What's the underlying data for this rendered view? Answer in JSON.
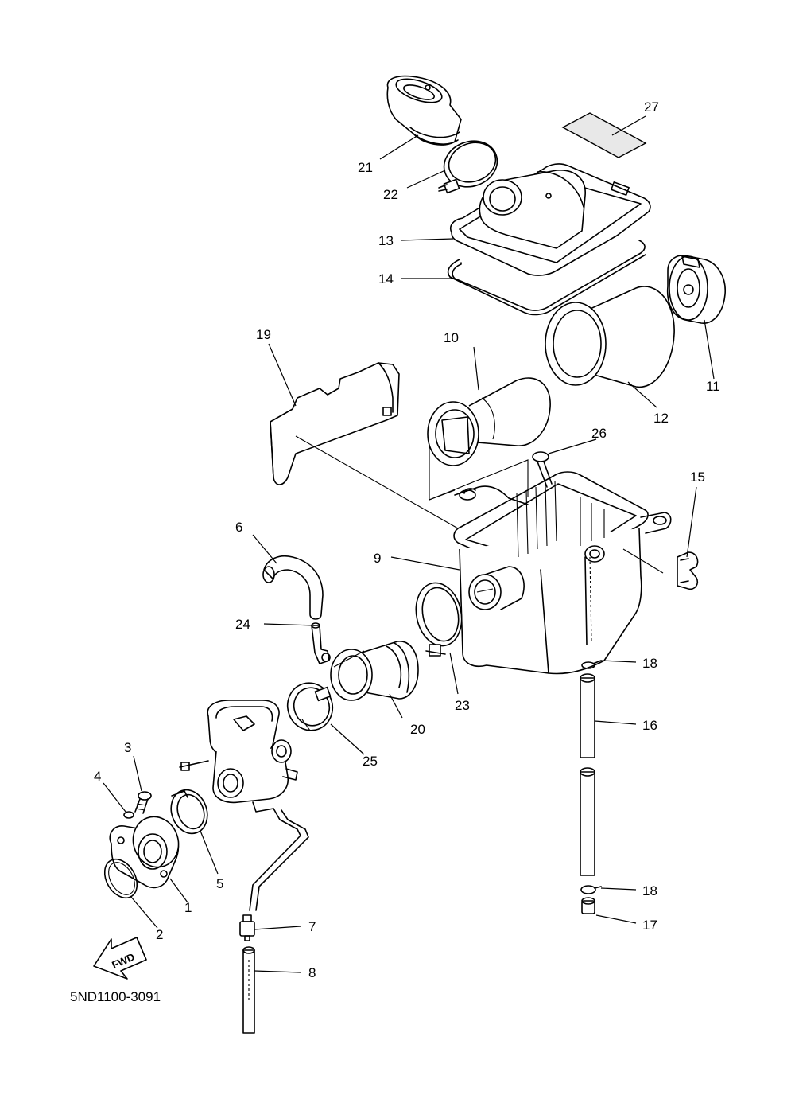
{
  "diagram": {
    "catalog_code": "5ND1100-3091",
    "fwd_label": "FWD",
    "callouts": [
      {
        "id": "c1",
        "label": "1"
      },
      {
        "id": "c2",
        "label": "2"
      },
      {
        "id": "c3",
        "label": "3"
      },
      {
        "id": "c4",
        "label": "4"
      },
      {
        "id": "c5",
        "label": "5"
      },
      {
        "id": "c6",
        "label": "6"
      },
      {
        "id": "c7",
        "label": "7"
      },
      {
        "id": "c8",
        "label": "8"
      },
      {
        "id": "c9",
        "label": "9"
      },
      {
        "id": "c10",
        "label": "10"
      },
      {
        "id": "c11",
        "label": "11"
      },
      {
        "id": "c12",
        "label": "12"
      },
      {
        "id": "c13",
        "label": "13"
      },
      {
        "id": "c14",
        "label": "14"
      },
      {
        "id": "c15",
        "label": "15"
      },
      {
        "id": "c16",
        "label": "16"
      },
      {
        "id": "c17",
        "label": "17"
      },
      {
        "id": "c18a",
        "label": "18"
      },
      {
        "id": "c18b",
        "label": "18"
      },
      {
        "id": "c19",
        "label": "19"
      },
      {
        "id": "c20",
        "label": "20"
      },
      {
        "id": "c21",
        "label": "21"
      },
      {
        "id": "c22",
        "label": "22"
      },
      {
        "id": "c23",
        "label": "23"
      },
      {
        "id": "c24",
        "label": "24"
      },
      {
        "id": "c25",
        "label": "25"
      },
      {
        "id": "c26",
        "label": "26"
      },
      {
        "id": "c27",
        "label": "27"
      }
    ]
  }
}
